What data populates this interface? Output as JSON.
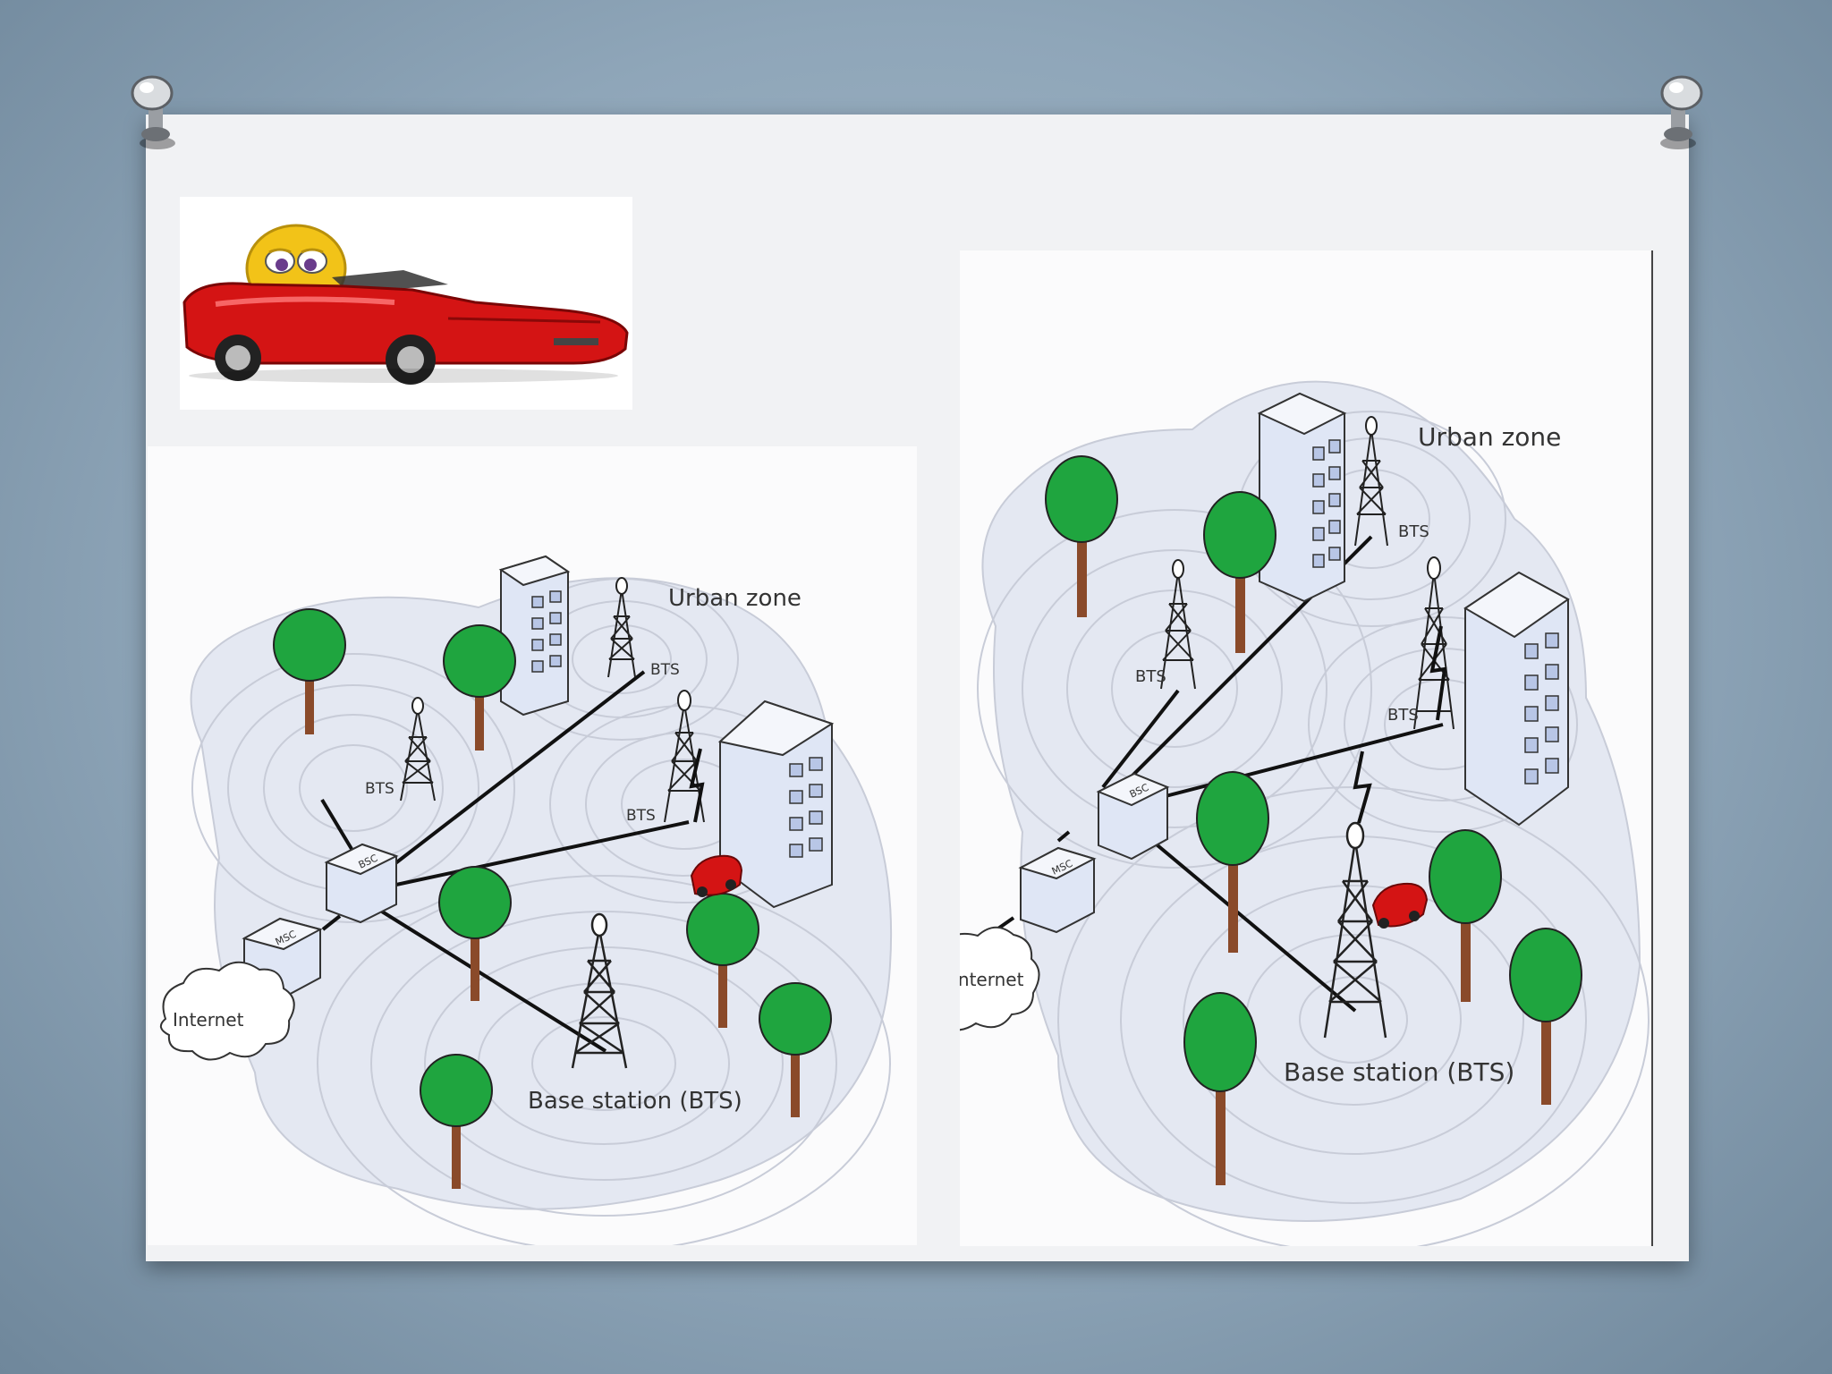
{
  "slide": {
    "background_color": "#8fa6b9",
    "card_color": "#f1f2f4",
    "pin_icon": "thumbtack-icon"
  },
  "clipart": {
    "icon": "smiley-driving-red-car-icon"
  },
  "diagrams": [
    {
      "zone_label": "Urban zone",
      "bts_labels": [
        "BTS",
        "BTS",
        "BTS"
      ],
      "bsc_label": "BSC",
      "msc_label": "MSC",
      "internet_label": "Internet",
      "base_station_label": "Base station (BTS)"
    },
    {
      "zone_label": "Urban zone",
      "bts_labels": [
        "BTS",
        "BTS",
        "BTS"
      ],
      "bsc_label": "BSC",
      "msc_label": "MSC",
      "internet_label": "Internet",
      "base_station_label": "Base station (BTS)"
    }
  ]
}
